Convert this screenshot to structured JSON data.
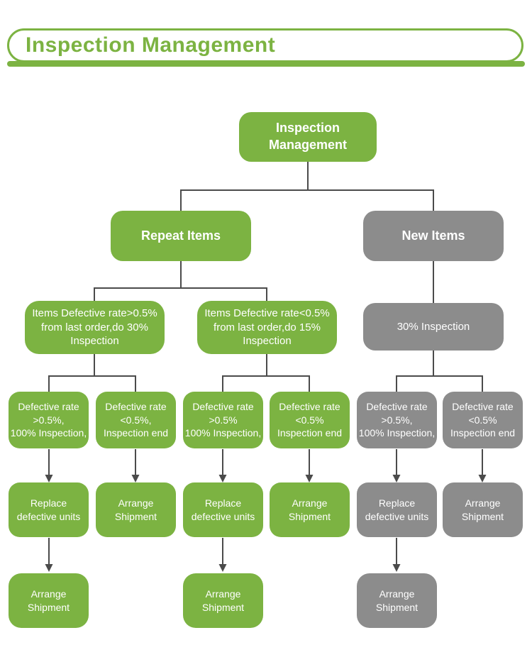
{
  "colors": {
    "green": "#7CB342",
    "gray": "#8C8C8C",
    "connector": "#4B4B4B",
    "text": "#FFFFFF",
    "background": "#FFFFFF"
  },
  "header": {
    "title": "Inspection Management"
  },
  "flowchart": {
    "root": {
      "label": "Inspection\nManagement"
    },
    "branches": {
      "repeat": {
        "label": "Repeat Items"
      },
      "new": {
        "label": "New Items"
      }
    },
    "level3": {
      "repeat_high": {
        "label": "Items Defective rate>0.5%\nfrom last order,do 30%\nInspection"
      },
      "repeat_low": {
        "label": "Items Defective rate<0.5%\nfrom last order,do 15%\nInspection"
      },
      "new_inspection": {
        "label": "30% Inspection"
      }
    },
    "level4": {
      "d1": {
        "label": "Defective rate\n>0.5%,\n100% Inspection,"
      },
      "d2": {
        "label": "Defective rate\n<0.5%,\nInspection end"
      },
      "d3": {
        "label": "Defective rate\n>0.5%\n100% Inspection,"
      },
      "d4": {
        "label": "Defective rate\n<0.5%\nInspection end"
      },
      "d5": {
        "label": "Defective rate\n>0.5%,\n100% Inspection,"
      },
      "d6": {
        "label": "Defective rate\n<0.5%\nInspection end"
      }
    },
    "level5": {
      "a1": {
        "label": "Replace\ndefective units"
      },
      "a2": {
        "label": "Arrange\nShipment"
      },
      "a3": {
        "label": "Replace\ndefective units"
      },
      "a4": {
        "label": "Arrange\nShipment"
      },
      "a5": {
        "label": "Replace\ndefective units"
      },
      "a6": {
        "label": "Arrange\nShipment"
      }
    },
    "level6": {
      "s1": {
        "label": "Arrange\nShipment"
      },
      "s3": {
        "label": "Arrange\nShipment"
      },
      "s5": {
        "label": "Arrange\nShipment"
      }
    }
  }
}
